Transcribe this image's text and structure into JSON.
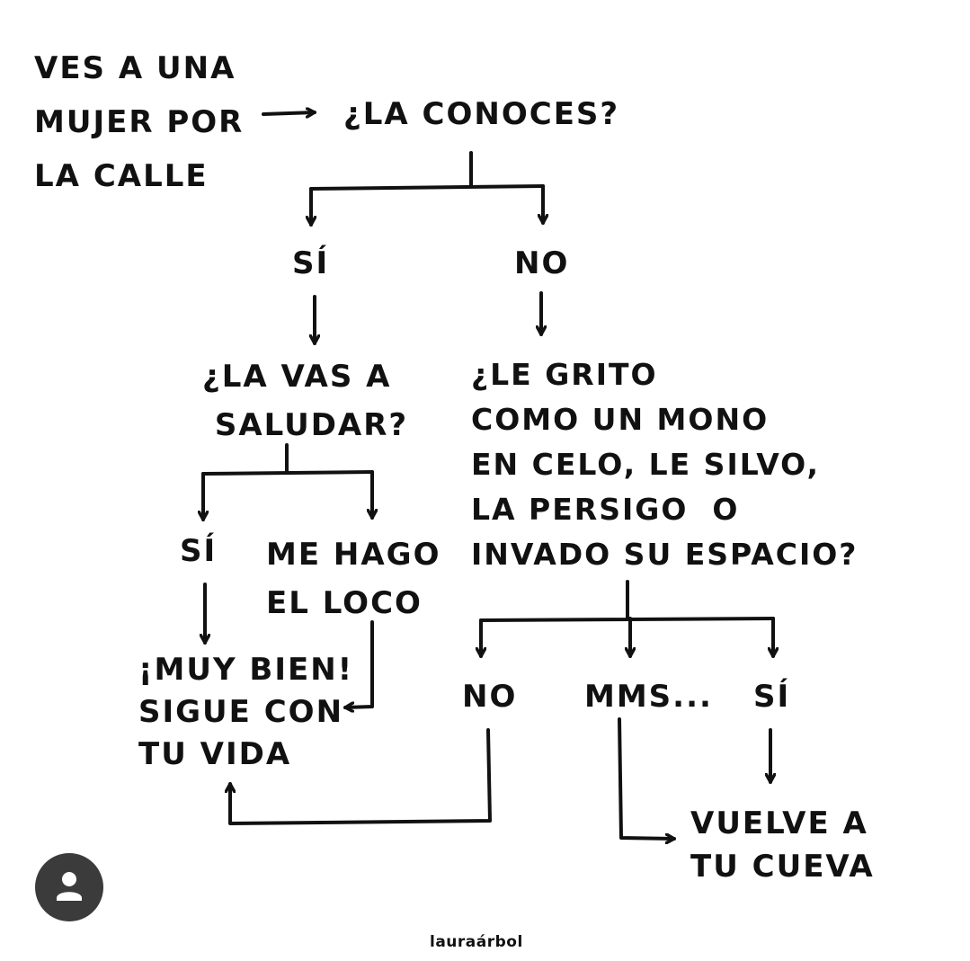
{
  "colors": {
    "ink": "#111111",
    "background": "#ffffff",
    "avatar": "#3b3b3b"
  },
  "nodes": {
    "start": "VES A UNA\nMUJER POR\nLA CALLE",
    "q_know": "¿LA CONOCES?",
    "yes1": "SÍ",
    "no1": "NO",
    "q_greet": "¿LA VAS A\n SALUDAR?",
    "q_harass": "¿LE GRITO\nCOMO UN MONO\nEN CELO, LE SILVO,\nLA PERSIGO  O\nINVADO SU ESPACIO?",
    "yes2": "SÍ",
    "pretend": "ME HAGO\nEL LOCO",
    "good": "¡MUY BIEN!\nSIGUE CON\nTU VIDA",
    "no2": "NO",
    "mms": "MMS...",
    "yes3": "SÍ",
    "cave": "VUELVE A\nTU CUEVA"
  },
  "credit": "lauraárbol",
  "icons": {
    "avatar": "user-avatar-icon"
  }
}
